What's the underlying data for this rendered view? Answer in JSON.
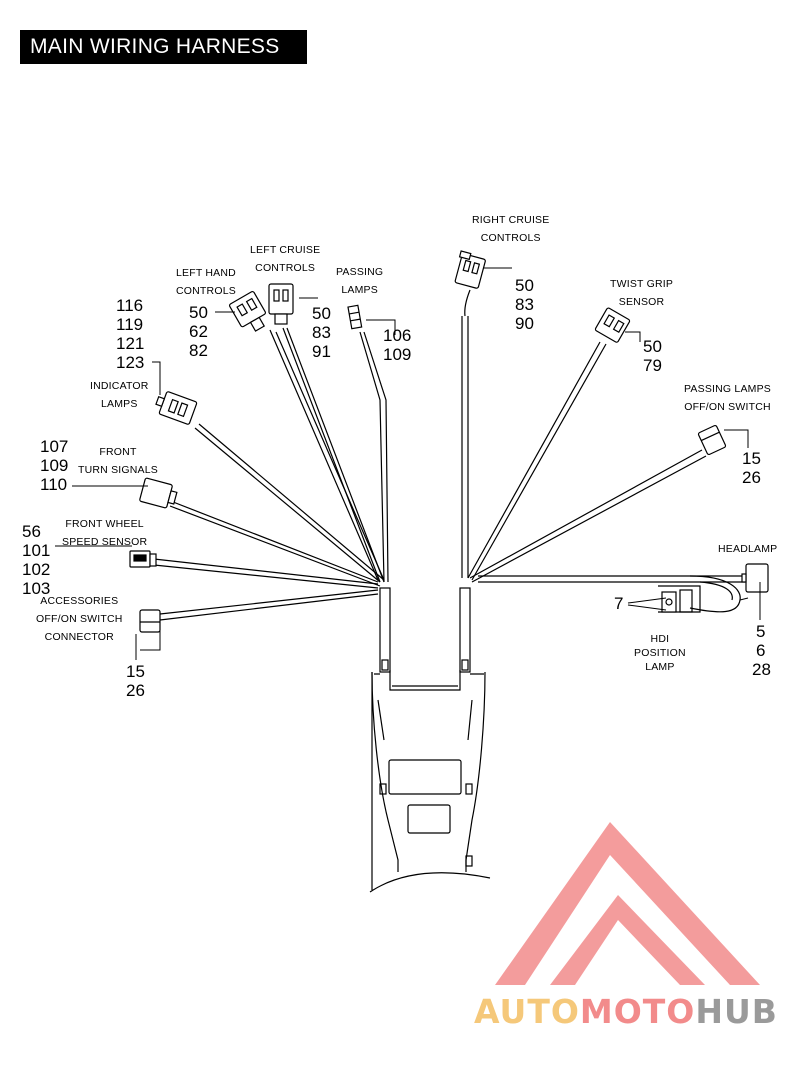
{
  "title": "MAIN WIRING HARNESS",
  "colors": {
    "title_bg": "#000000",
    "title_fg": "#ffffff",
    "logo_auto": "#f5c87a",
    "logo_moto": "#f28b8b",
    "logo_hub": "#9a9a9a",
    "logo_triangle": "#f28b8b"
  },
  "labels": {
    "right_cruise": [
      "RIGHT CRUISE",
      "CONTROLS"
    ],
    "left_cruise": [
      "LEFT CRUISE",
      "CONTROLS"
    ],
    "left_hand": [
      "LEFT HAND",
      "CONTROLS"
    ],
    "passing_lamps": [
      "PASSING",
      "LAMPS"
    ],
    "twist_grip": [
      "TWIST GRIP",
      "SENSOR"
    ],
    "indicator_lamps": [
      "INDICATOR",
      "LAMPS"
    ],
    "passing_switch": [
      "PASSING LAMPS",
      "OFF/ON SWITCH"
    ],
    "front_turn": [
      "FRONT",
      "TURN SIGNALS"
    ],
    "front_wheel": [
      "FRONT WHEEL",
      "SPEED SENSOR"
    ],
    "headlamp": [
      "HEADLAMP"
    ],
    "accessories": [
      "ACCESSORIES",
      "OFF/ON SWITCH",
      "CONNECTOR"
    ],
    "hdi": [
      "HDI",
      "POSITION",
      "LAMP"
    ]
  },
  "callouts": {
    "right_cruise": [
      "50",
      "83",
      "90"
    ],
    "left_cruise": [
      "50",
      "83",
      "91"
    ],
    "left_hand": [
      "50",
      "62",
      "82"
    ],
    "passing_lamps": [
      "106",
      "109"
    ],
    "twist_grip": [
      "50",
      "79"
    ],
    "indicator_lamps": [
      "116",
      "119",
      "121",
      "123"
    ],
    "passing_switch": [
      "15",
      "26"
    ],
    "front_turn": [
      "107",
      "109",
      "110"
    ],
    "front_wheel": [
      "56",
      "101",
      "102",
      "103"
    ],
    "headlamp": [
      "5",
      "6",
      "28"
    ],
    "accessories": [
      "15",
      "26"
    ],
    "hdi": [
      "7"
    ]
  },
  "logo": {
    "part1": "AUTO",
    "part2": "MOTO",
    "part3": "HUB"
  }
}
